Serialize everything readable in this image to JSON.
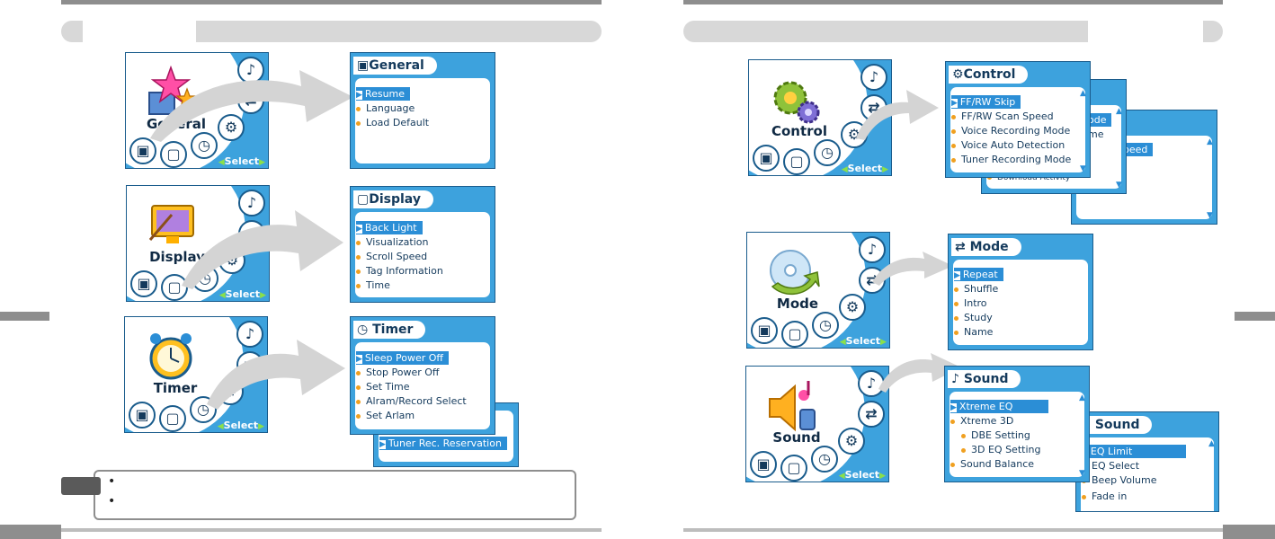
{
  "left_page": {
    "rows": [
      {
        "icon_label": "General",
        "select_label": "Select",
        "menu_title": "General",
        "items": [
          {
            "label": "Resume",
            "selected": true
          },
          {
            "label": "Language",
            "selected": false
          },
          {
            "label": "Load Default",
            "selected": false
          }
        ]
      },
      {
        "icon_label": "Display",
        "select_label": "Select",
        "menu_title": "Display",
        "items": [
          {
            "label": "Back Light",
            "selected": true
          },
          {
            "label": "Visualization",
            "selected": false
          },
          {
            "label": "Scroll Speed",
            "selected": false
          },
          {
            "label": "Tag Information",
            "selected": false
          },
          {
            "label": "Time",
            "selected": false
          }
        ]
      },
      {
        "icon_label": "Timer",
        "select_label": "Select",
        "menu_title": "Timer",
        "items": [
          {
            "label": "Sleep Power Off",
            "selected": true
          },
          {
            "label": "Stop Power Off",
            "selected": false
          },
          {
            "label": "Set Time",
            "selected": false
          },
          {
            "label": "Alram/Record Select",
            "selected": false
          },
          {
            "label": "Set Arlam",
            "selected": false
          }
        ],
        "extra_item": "Tuner Rec. Reservation"
      }
    ],
    "note_bullets": [
      "•",
      "•"
    ]
  },
  "right_page": {
    "rows": [
      {
        "icon_label": "Control",
        "select_label": "Select",
        "menu_title": "Control",
        "items": [
          {
            "label": "FF/RW Skip",
            "selected": true
          },
          {
            "label": "FF/RW Scan Speed",
            "selected": false
          },
          {
            "label": "Voice Recording Mode",
            "selected": false
          },
          {
            "label": "Voice Auto Detection",
            "selected": false
          },
          {
            "label": "Tuner Recording Mode",
            "selected": false
          }
        ],
        "behind_1": {
          "fragments": [
            "ode",
            "me"
          ],
          "footer": "Download Activity"
        },
        "behind_2": {
          "title_fragment": "rol",
          "item_fragment": "ck Speed"
        }
      },
      {
        "icon_label": "Mode",
        "select_label": "Select",
        "menu_title": "Mode",
        "items": [
          {
            "label": "Repeat",
            "selected": true
          },
          {
            "label": "Shuffle",
            "selected": false
          },
          {
            "label": "Intro",
            "selected": false
          },
          {
            "label": "Study",
            "selected": false
          },
          {
            "label": "Name",
            "selected": false
          }
        ]
      },
      {
        "icon_label": "Sound",
        "select_label": "Select",
        "menu_title": "Sound",
        "items": [
          {
            "label": "Xtreme EQ",
            "selected": true
          },
          {
            "label": "Xtreme 3D",
            "selected": false
          },
          {
            "label": "DBE Setting",
            "selected": false,
            "sub": true
          },
          {
            "label": "3D EQ Setting",
            "selected": false,
            "sub": true
          },
          {
            "label": "Sound Balance",
            "selected": false
          }
        ],
        "second_menu": {
          "title": "Sound",
          "items": [
            {
              "label": "EQ Limit",
              "selected": true
            },
            {
              "label": "EQ Select",
              "selected": false
            },
            {
              "label": "Beep Volume",
              "selected": false
            },
            {
              "label": "Fade in",
              "selected": false
            }
          ]
        }
      }
    ]
  },
  "icons": {
    "music": "♪",
    "repeat": "⇄",
    "gear": "⚙",
    "clock": "◷",
    "cube": "▣",
    "display": "▢"
  },
  "colors": {
    "screen_blue": "#3da2dd",
    "highlight_blue": "#2b8ed6",
    "bullet_orange": "#f0a020",
    "text_dark": "#143a5c",
    "rule_gray": "#8e8e8e"
  }
}
